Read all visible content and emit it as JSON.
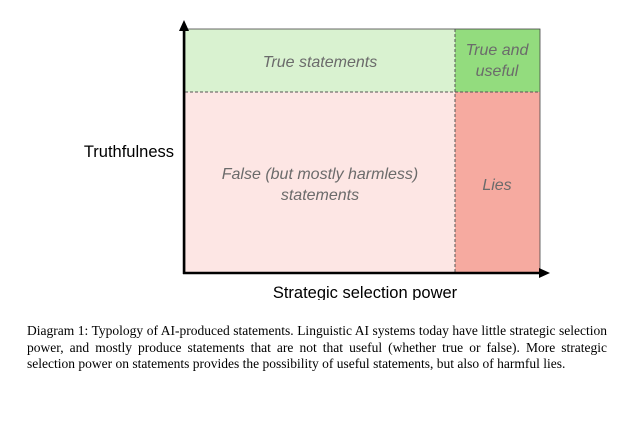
{
  "diagram": {
    "y_axis_label": "Truthfulness",
    "x_axis_label": "Strategic selection power",
    "cells": {
      "true_statements": {
        "line1": "True statements",
        "color": "#d9f2d0"
      },
      "true_and_useful": {
        "line1": "True and",
        "line2": "useful",
        "color": "#93dc7e"
      },
      "false_harmless": {
        "line1": "False (but mostly harmless)",
        "line2": "statements",
        "color": "#fde6e4"
      },
      "lies": {
        "line1": "Lies",
        "color": "#f6aaa0"
      }
    }
  },
  "caption": {
    "text": "Diagram 1: Typology of AI-produced statements. Linguistic AI systems today have little strategic selection power, and mostly produce statements that are not that useful (whether true or false). More strategic selection power on statements provides the possibility of useful statements, but also of harmful lies."
  }
}
